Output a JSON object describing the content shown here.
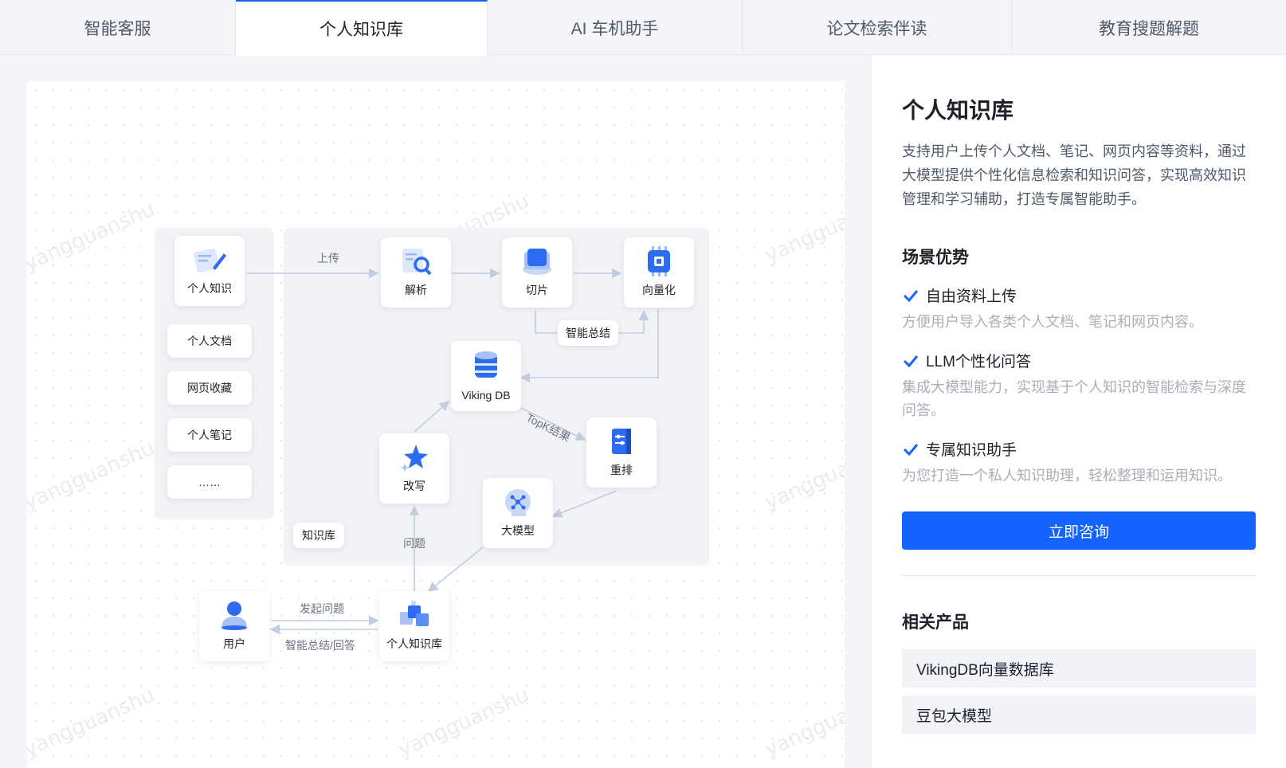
{
  "tabs": [
    {
      "label": "智能客服"
    },
    {
      "label": "个人知识库"
    },
    {
      "label": "AI 车机助手"
    },
    {
      "label": "论文检索伴读"
    },
    {
      "label": "教育搜题解题"
    }
  ],
  "diagram": {
    "watermark": "yangguanshu",
    "sources": {
      "main": "个人知识",
      "items": [
        "个人文档",
        "网页收藏",
        "个人笔记",
        "……"
      ]
    },
    "nodes": {
      "parse": "解析",
      "slice": "切片",
      "vector": "向量化",
      "vikingdb": "Viking DB",
      "rewrite": "改写",
      "rerank": "重排",
      "llm": "大模型",
      "user": "用户",
      "kb": "个人知识库"
    },
    "labels": {
      "upload": "上传",
      "summary": "智能总结",
      "topk": "TopK结果",
      "question": "问题",
      "kb_group": "知识库",
      "ask": "发起问题",
      "answer": "智能总结/回答"
    }
  },
  "panel": {
    "title": "个人知识库",
    "description": "支持用户上传个人文档、笔记、网页内容等资料，通过大模型提供个性化信息检索和知识问答，实现高效知识管理和学习辅助，打造专属智能助手。",
    "advantages_heading": "场景优势",
    "advantages": [
      {
        "title": "自由资料上传",
        "desc": "方便用户导入各类个人文档、笔记和网页内容。"
      },
      {
        "title": "LLM个性化问答",
        "desc": "集成大模型能力，实现基于个人知识的智能检索与深度问答。"
      },
      {
        "title": "专属知识助手",
        "desc": "为您打造一个私人知识助理，轻松整理和运用知识。"
      }
    ],
    "cta": "立即咨询",
    "related_heading": "相关产品",
    "related": [
      "VikingDB向量数据库",
      "豆包大模型"
    ]
  },
  "colors": {
    "accent": "#1664ff",
    "check": "#1664ff"
  }
}
